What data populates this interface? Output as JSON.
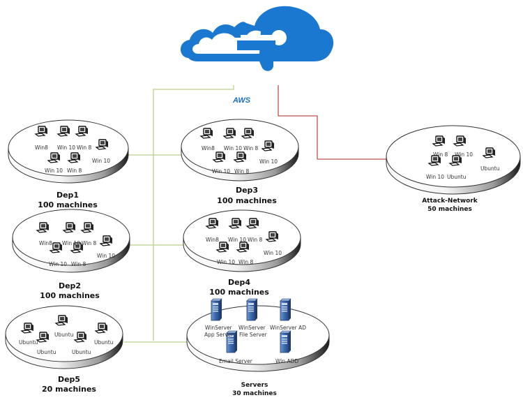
{
  "colors": {
    "cloud": "#1b78d0",
    "internal_link": "#b9cf8c",
    "attack_link": "#c0504d",
    "aws_label": "#1a6fc2"
  },
  "cloud": {
    "icon": "cloud-icon",
    "label": "AWS"
  },
  "networks": {
    "dep1": {
      "name": "Dep1",
      "count": "100 machines",
      "machines": [
        "Win8",
        "Win 10",
        "Win 8",
        "Win 10",
        "Win 10",
        "Win 8"
      ]
    },
    "dep2": {
      "name": "Dep2",
      "count": "100 machines",
      "machines": [
        "Win8",
        "Win 10",
        "Win 8",
        "Win 10",
        "Win 10",
        "Win 8"
      ]
    },
    "dep3": {
      "name": "Dep3",
      "count": "100 machines",
      "machines": [
        "Win8",
        "Win 10",
        "Win 8",
        "Win 10",
        "Win 10",
        "Win 8"
      ]
    },
    "dep4": {
      "name": "Dep4",
      "count": "100 machines",
      "machines": [
        "Win8",
        "Win 10",
        "Win 8",
        "Win 10",
        "Win 10",
        "Win 8"
      ]
    },
    "dep5": {
      "name": "Dep5",
      "count": "20 machines",
      "machines": [
        "Ubuntu",
        "Ubuntu",
        "Ubuntu",
        "Ubuntu",
        "Ubuntu"
      ]
    },
    "attack": {
      "name": "Attack-Network",
      "count": "50 machines",
      "machines": [
        "Win 8",
        "Win 10",
        "Ubuntu",
        "Win 10",
        "Ubuntu"
      ]
    },
    "servers": {
      "name": "Servers",
      "count": "30 machines",
      "machines": [
        "WinServer",
        "App Server",
        "WinServer",
        "File Server",
        "WinServer AD",
        "Email Server",
        "Win ADD"
      ]
    }
  }
}
